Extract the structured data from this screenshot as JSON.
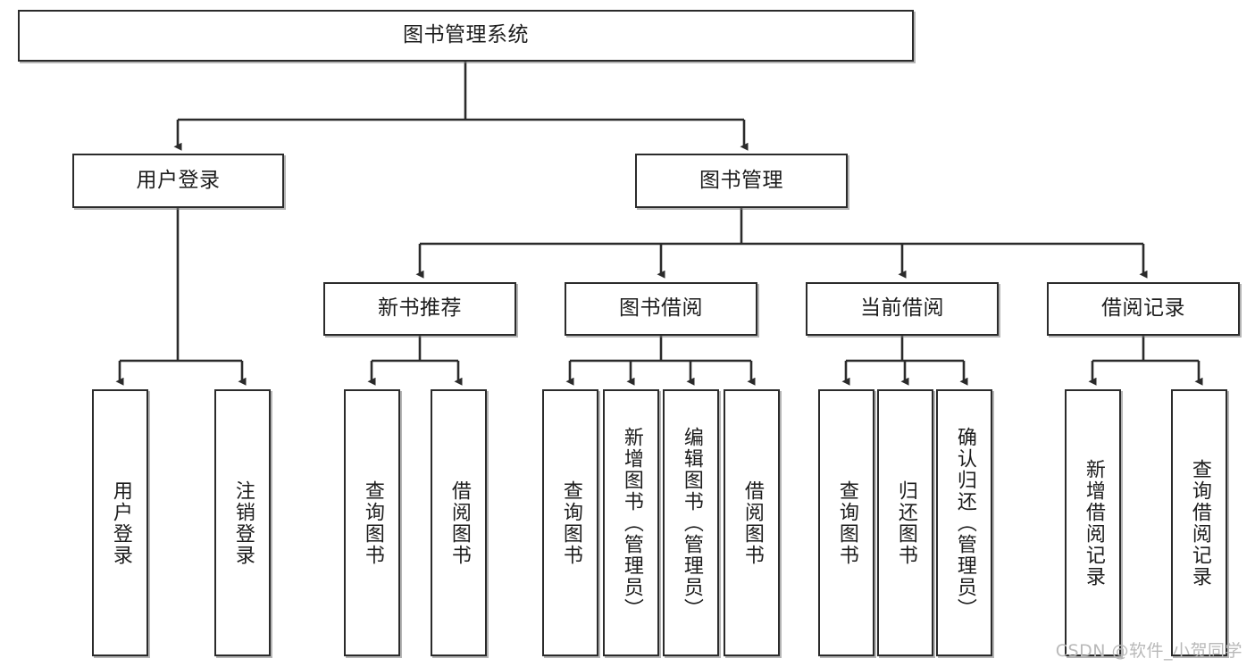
{
  "diagram": {
    "type": "tree-hierarchy-flowchart",
    "root": {
      "id": "root",
      "label": "图书管理系统"
    },
    "level2": [
      {
        "id": "user-login",
        "label": "用户登录"
      },
      {
        "id": "book-manage",
        "label": "图书管理"
      }
    ],
    "level3": [
      {
        "id": "new-book-rec",
        "label": "新书推荐"
      },
      {
        "id": "book-borrow",
        "label": "图书借阅"
      },
      {
        "id": "current-borrow",
        "label": "当前借阅"
      },
      {
        "id": "borrow-record",
        "label": "借阅记录"
      }
    ],
    "leaves": {
      "user_login": [
        {
          "id": "leaf-user-login",
          "label": "用户登录"
        },
        {
          "id": "leaf-logout",
          "label": "注销登录"
        }
      ],
      "new_book_rec": [
        {
          "id": "leaf-query-book-1",
          "label": "查询图书"
        },
        {
          "id": "leaf-borrow-book-1",
          "label": "借阅图书"
        }
      ],
      "book_borrow": [
        {
          "id": "leaf-query-book-2",
          "label": "查询图书"
        },
        {
          "id": "leaf-add-book",
          "label": "新增图书（管理员）"
        },
        {
          "id": "leaf-edit-book",
          "label": "编辑图书（管理员）"
        },
        {
          "id": "leaf-borrow-book-2",
          "label": "借阅图书"
        }
      ],
      "current_borrow": [
        {
          "id": "leaf-query-book-3",
          "label": "查询图书"
        },
        {
          "id": "leaf-return-book",
          "label": "归还图书"
        },
        {
          "id": "leaf-confirm-return",
          "label": "确认归还（管理员）"
        }
      ],
      "borrow_record": [
        {
          "id": "leaf-add-record",
          "label": "新增借阅记录"
        },
        {
          "id": "leaf-query-record",
          "label": "查询借阅记录"
        }
      ]
    },
    "colors": {
      "stroke": "#2b2b2b",
      "fill": "#ffffff",
      "text": "#1d1d1d",
      "watermark": "#b9b9b9"
    }
  },
  "watermark": {
    "text": "CSDN @软件_小贺同学"
  }
}
